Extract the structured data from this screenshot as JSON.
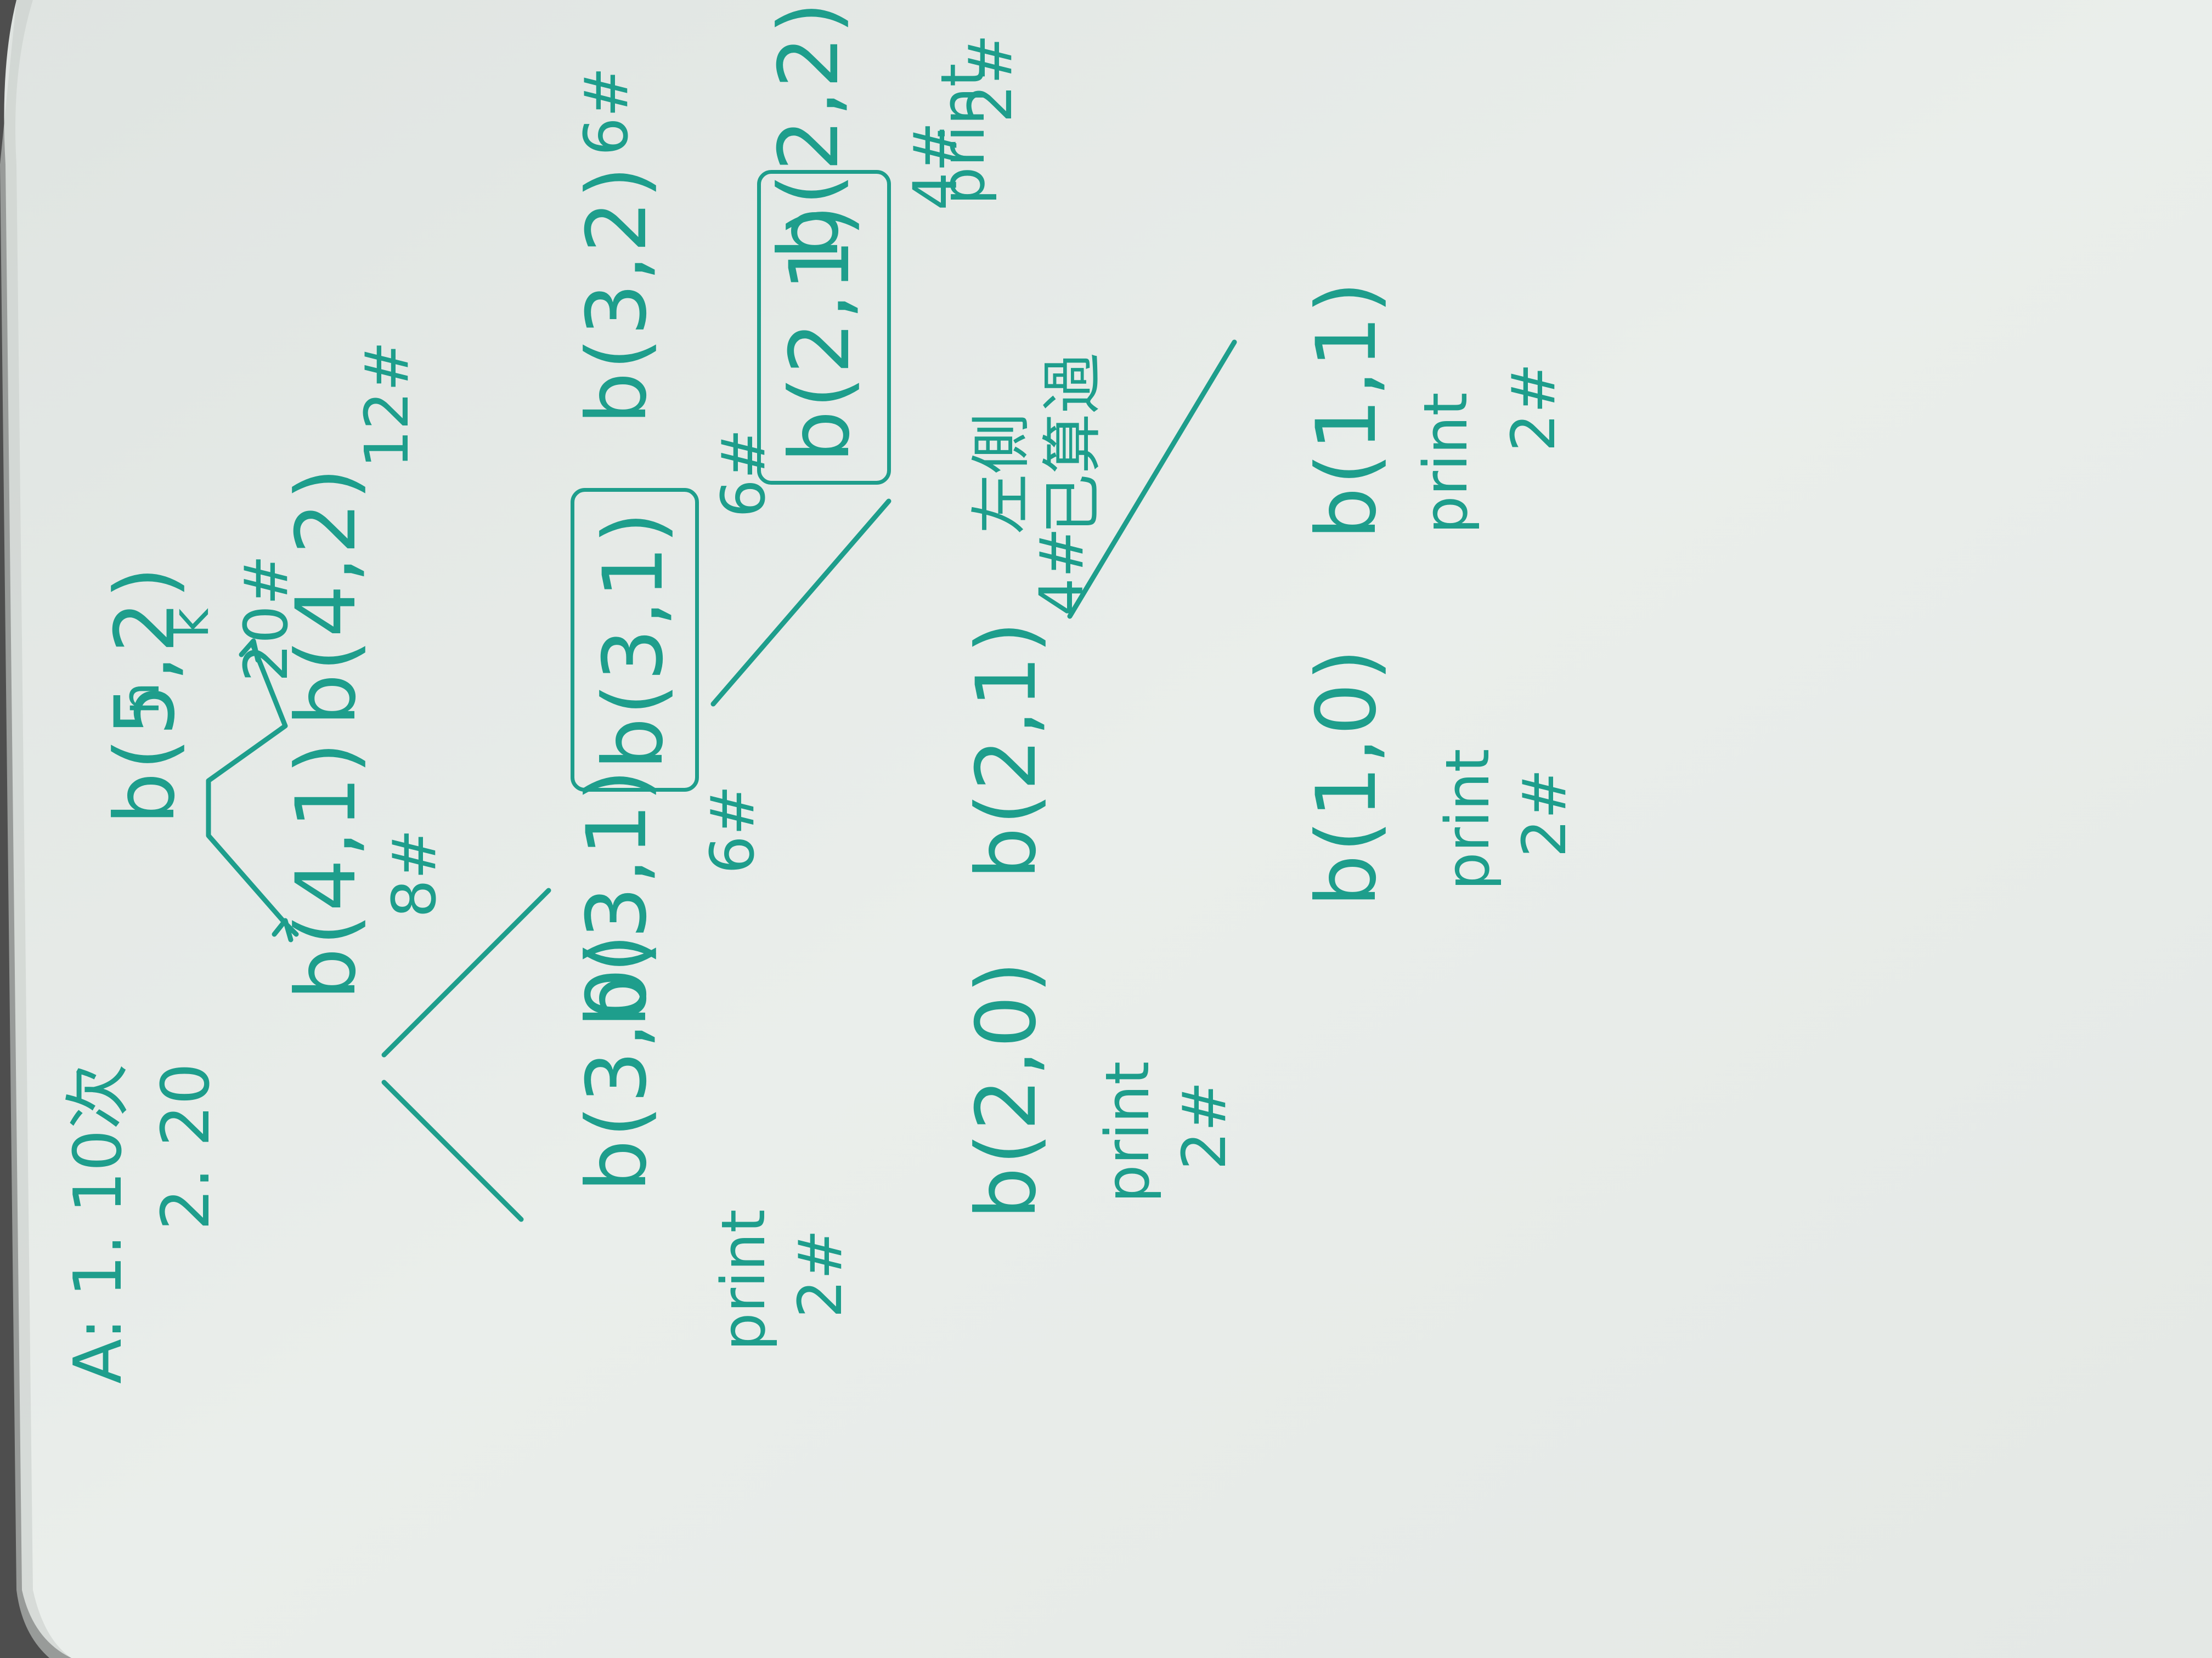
{
  "colors": {
    "ink": "#1e9e8c",
    "paper": "#e7ebe9",
    "background": "#5a5a5a"
  },
  "header": {
    "n_label": "n",
    "k_label": "k"
  },
  "tree": {
    "root": {
      "label": "b(5,2)",
      "count": "20#"
    },
    "n41": {
      "label": "b(4,1)",
      "count": "8#"
    },
    "n42": {
      "label": "b(4,2)",
      "count": "12#"
    },
    "n30": {
      "label": "b(3,0)",
      "print": "print",
      "count": "2#"
    },
    "n31a": {
      "label": "b(3,1)",
      "count": "6#"
    },
    "n31b": {
      "label": "b(3,1)",
      "count": "6#"
    },
    "n32": {
      "label": "b(3,2)",
      "count": "6#"
    },
    "n20": {
      "label": "b(2,0)",
      "print": "print",
      "count": "2#"
    },
    "n21a": {
      "label": "b(2,1)",
      "count": "4#"
    },
    "n21b": {
      "label": "b(2,1)",
      "count": "4#"
    },
    "n22": {
      "label": "b(2,2)",
      "print": "print",
      "count": "2#"
    },
    "n10": {
      "label": "b(1,0)",
      "print": "print",
      "count": "2#"
    },
    "n11": {
      "label": "b(1,1)",
      "print": "print",
      "count": "2#"
    }
  },
  "note": {
    "line1": "左側",
    "line2": "已算過"
  },
  "answer": {
    "line1": "A: 1. 10次",
    "line2": "2. 20"
  }
}
